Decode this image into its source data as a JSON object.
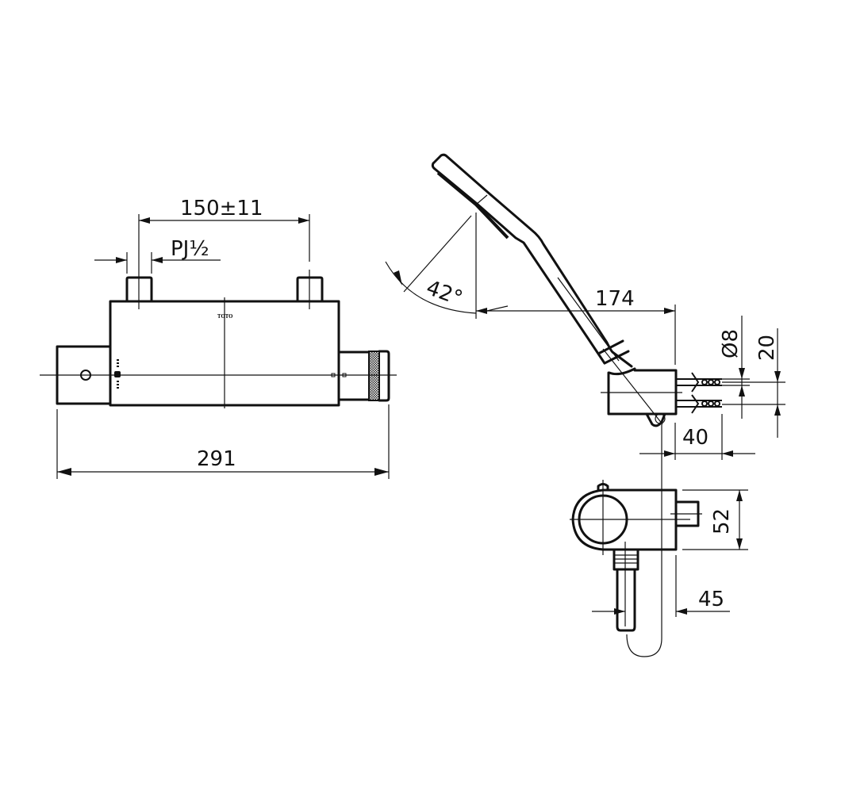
{
  "drawing": {
    "type": "technical-dimension-drawing",
    "subject": "thermostatic shower mixer",
    "front_view": {
      "logo": "TOTO",
      "dimensions": {
        "inlet_spacing": "150±11",
        "inlet_thread": "PJ½",
        "overall_width": "291"
      }
    },
    "side_view": {
      "dimensions": {
        "handshower_angle": "42°",
        "projection": "174",
        "anchor_diameter": "Ø8",
        "anchor_spacing": "20",
        "wall_depth": "40"
      }
    },
    "bottom_view": {
      "dimensions": {
        "body_height": "52",
        "outlet_offset": "45"
      }
    },
    "colors": {
      "line": "#111111",
      "background": "#ffffff"
    }
  }
}
